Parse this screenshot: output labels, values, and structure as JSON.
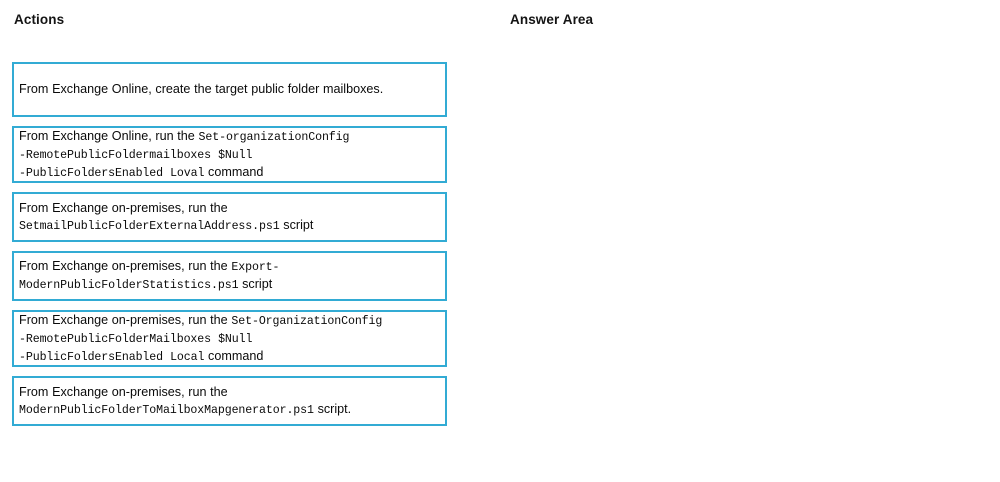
{
  "headers": {
    "actions": "Actions",
    "answer_area": "Answer Area"
  },
  "theme": {
    "card_border_color": "#32abd4",
    "card_background": "#ffffff",
    "page_background": "#ffffff",
    "text_color": "#000000"
  },
  "actions": {
    "items": [
      {
        "id": "create-target-public-folder-mailboxes",
        "lines": [
          [
            {
              "text": "From Exchange Online, create the target public folder mailboxes.",
              "style": "normal"
            }
          ]
        ]
      },
      {
        "id": "eol-set-organizationconfig",
        "lines": [
          [
            {
              "text": "From Exchange Online, run the ",
              "style": "normal"
            },
            {
              "text": "Set-organizationConfig",
              "style": "mono"
            }
          ],
          [
            {
              "text": "-RemotePublicFoldermailboxes $Null",
              "style": "mono"
            }
          ],
          [
            {
              "text": "-PublicFoldersEnabled Loval",
              "style": "mono"
            },
            {
              "text": " command",
              "style": "normal"
            }
          ]
        ]
      },
      {
        "id": "onprem-setmailpublicfolderexternaladdress",
        "lines": [
          [
            {
              "text": "From Exchange on-premises, run the",
              "style": "normal"
            }
          ],
          [
            {
              "text": "SetmailPublicFolderExternalAddress.ps1",
              "style": "mono"
            },
            {
              "text": " script",
              "style": "normal"
            }
          ]
        ]
      },
      {
        "id": "onprem-export-modernpublicfolderstatistics",
        "lines": [
          [
            {
              "text": "From Exchange on-premises, run the ",
              "style": "normal"
            },
            {
              "text": "Export-",
              "style": "mono"
            }
          ],
          [
            {
              "text": "ModernPublicFolderStatistics.ps1",
              "style": "mono"
            },
            {
              "text": " script",
              "style": "normal"
            }
          ]
        ]
      },
      {
        "id": "onprem-set-organizationconfig",
        "lines": [
          [
            {
              "text": "From Exchange on-premises, run the ",
              "style": "normal"
            },
            {
              "text": "Set-OrganizationConfig",
              "style": "mono"
            }
          ],
          [
            {
              "text": "-RemotePublicFolderMailboxes $Null",
              "style": "mono"
            }
          ],
          [
            {
              "text": "-PublicFoldersEnabled Local",
              "style": "mono"
            },
            {
              "text": " command",
              "style": "normal"
            }
          ]
        ]
      },
      {
        "id": "onprem-modernpublicfoldertomailboxmapgenerator",
        "lines": [
          [
            {
              "text": "From Exchange on-premises, run the",
              "style": "normal"
            }
          ],
          [
            {
              "text": "ModernPublicFolderToMailboxMapgenerator.ps1",
              "style": "mono"
            },
            {
              "text": " script.",
              "style": "normal"
            }
          ]
        ]
      }
    ]
  },
  "answer_area": {
    "drop_targets": []
  }
}
